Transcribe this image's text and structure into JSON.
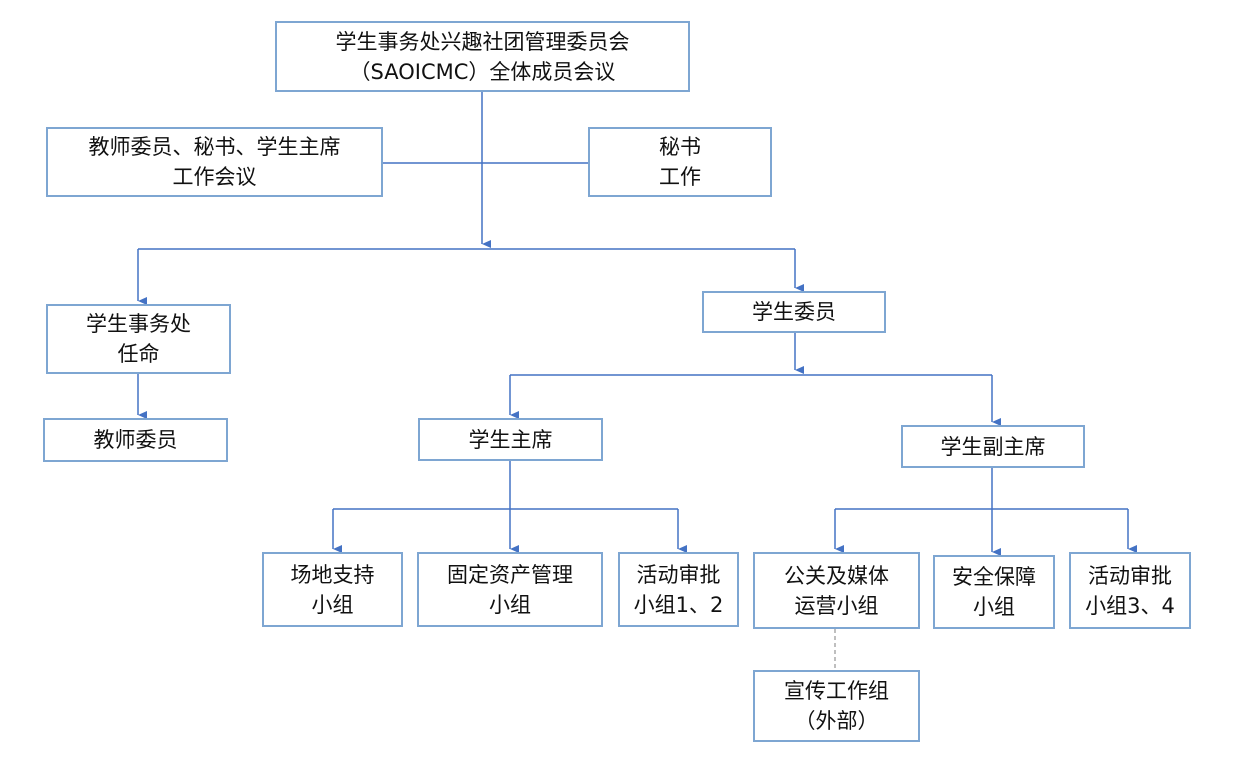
{
  "diagram": {
    "colors": {
      "box_border": "#7ea6d2",
      "connector": "#4472c4",
      "dashed_connector": "#aaaaaa",
      "text": "#111111"
    },
    "nodes": {
      "general_meeting": {
        "line1": "学生事务处兴趣社团管理委员会",
        "line2": "（SAOICMC）全体成员会议"
      },
      "teacher_secretary_chair_meeting": {
        "line1": "教师委员、秘书、学生主席",
        "line2": "工作会议"
      },
      "secretary_work": {
        "line1": "秘书",
        "line2": "工作"
      },
      "sao_appointment": {
        "line1": "学生事务处",
        "line2": "任命"
      },
      "teacher_members": {
        "line1": "教师委员"
      },
      "student_members": {
        "line1": "学生委员"
      },
      "student_chair": {
        "line1": "学生主席"
      },
      "student_vice_chair": {
        "line1": "学生副主席"
      },
      "venue_support": {
        "line1": "场地支持",
        "line2": "小组"
      },
      "fixed_assets": {
        "line1": "固定资产管理",
        "line2": "小组"
      },
      "activity_approval_1_2": {
        "line1": "活动审批",
        "line2": "小组1、2"
      },
      "pr_media": {
        "line1": "公关及媒体",
        "line2": "运营小组"
      },
      "safety": {
        "line1": "安全保障",
        "line2": "小组"
      },
      "activity_approval_3_4": {
        "line1": "活动审批",
        "line2": "小组3、4"
      },
      "publicity_group": {
        "line1": "宣传工作组",
        "line2": "（外部）"
      }
    }
  }
}
